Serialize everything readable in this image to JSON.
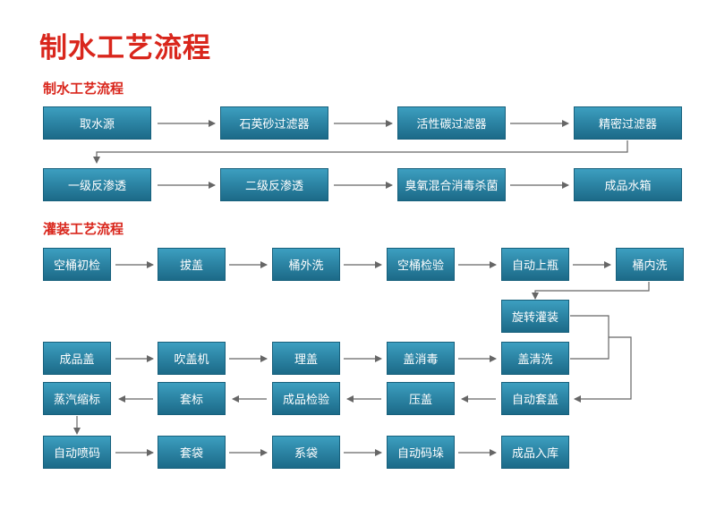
{
  "title": "制水工艺流程",
  "water_process": {
    "title": "制水工艺流程",
    "row1": [
      "取水源",
      "石英砂过滤器",
      "活性碳过滤器",
      "精密过滤器"
    ],
    "row2": [
      "一级反渗透",
      "二级反渗透",
      "臭氧混合消毒杀菌",
      "成品水箱"
    ]
  },
  "filling_process": {
    "title": "灌装工艺流程",
    "row1": [
      "空桶初检",
      "拔盖",
      "桶外洗",
      "空桶检验",
      "自动上瓶",
      "桶内洗"
    ],
    "rotary": "旋转灌装",
    "row2": [
      "成品盖",
      "吹盖机",
      "理盖",
      "盖消毒",
      "盖清洗"
    ],
    "row3": [
      "蒸汽缩标",
      "套标",
      "成品检验",
      "压盖",
      "自动套盖"
    ],
    "row4": [
      "自动喷码",
      "套袋",
      "系袋",
      "自动码垛",
      "成品入库"
    ]
  },
  "colors": {
    "title_red": "#d9261c",
    "box_blue": "#2d86a6",
    "arrow_gray": "#666666"
  }
}
